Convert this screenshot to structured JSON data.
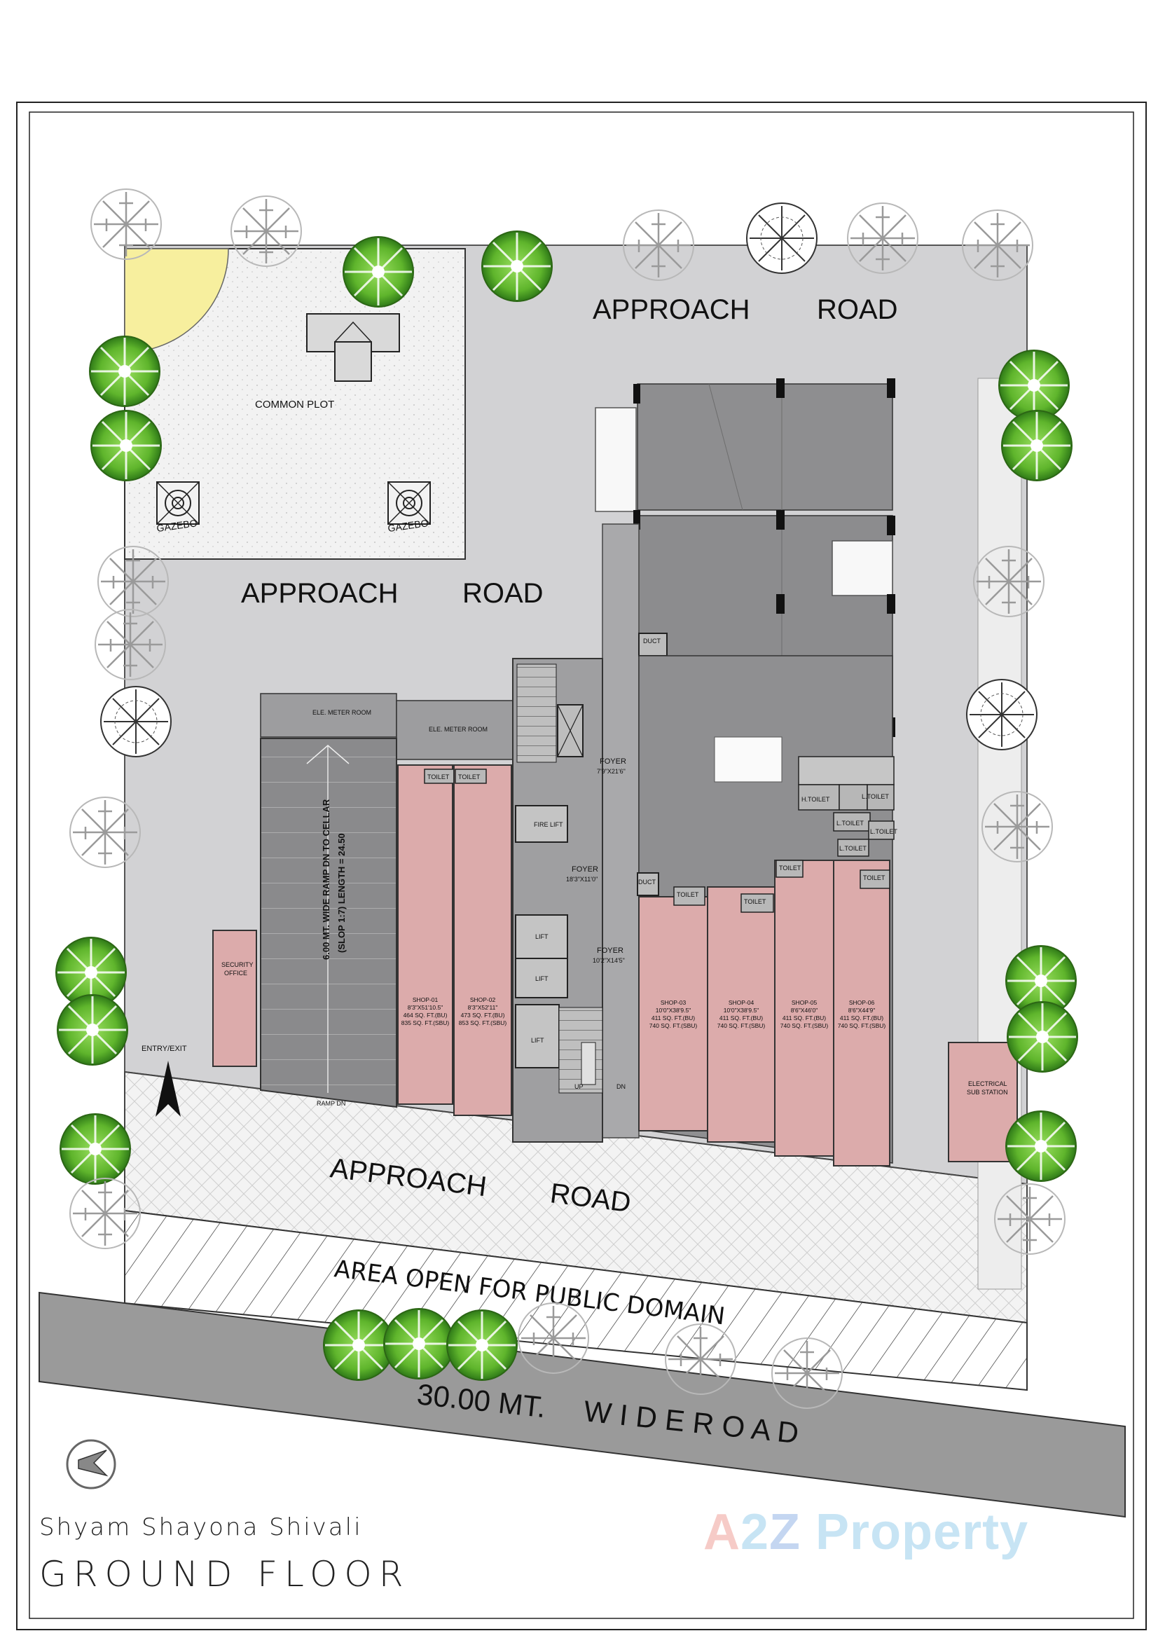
{
  "project_name": "Shyam  Shayona  Shivali",
  "drawing_title": "GROUND  FLOOR",
  "watermark": {
    "a": "A",
    "two": "2",
    "z": "Z",
    "rest": " Property"
  },
  "labels": {
    "approach_road": "APPROACH",
    "road_word": "ROAD",
    "common_plot": "COMMON PLOT",
    "gazebo": "GAZEBO",
    "ele_meter_room": "ELE. METER ROOM",
    "ramp": "6.00 MT. WIDE RAMP DN TO CELLAR",
    "ramp_slope": "(SLOP 1:7) LENGTH = 24.50",
    "ramp_dn": "RAMP DN",
    "security_office_1": "SECURITY",
    "security_office_2": "OFFICE",
    "entry_exit": "ENTRY/EXIT",
    "public_domain": "AREA  OPEN  FOR  PUBLIC  DOMAIN",
    "main_road_1": "30.00 MT.",
    "main_road_2": "W I D E   R O A D",
    "electrical_1": "ELECTRICAL",
    "electrical_2": "SUB STATION",
    "duct": "DUCT",
    "fire_lift": "FIRE LIFT",
    "lift": "LIFT",
    "toilet": "TOILET",
    "h_toilet": "H.TOILET",
    "l_toilet": "L.TOILET",
    "foyer": "FOYER",
    "foyer_1_dim": "7'9\"X21'6\"",
    "foyer_2_dim": "18'3\"X11'0\"",
    "foyer_3_dim": "10'2\"X14'5\"",
    "up": "UP",
    "dn": "DN"
  },
  "shops": [
    {
      "name": "SHOP-01",
      "dim": "8'3\"X51'10.5\"",
      "bu": "464 SQ. FT.(BU)",
      "sbu": "835 SQ. FT.(SBU)"
    },
    {
      "name": "SHOP-02",
      "dim": "8'3\"X52'11\"",
      "bu": "473 SQ. FT.(BU)",
      "sbu": "853 SQ. FT.(SBU)"
    },
    {
      "name": "SHOP-03",
      "dim": "10'0\"X38'9.5\"",
      "bu": "411 SQ. FT.(BU)",
      "sbu": "740 SQ. FT.(SBU)"
    },
    {
      "name": "SHOP-04",
      "dim": "10'0\"X38'9.5\"",
      "bu": "411 SQ. FT.(BU)",
      "sbu": "740 SQ. FT.(SBU)"
    },
    {
      "name": "SHOP-05",
      "dim": "8'6\"X46'0\"",
      "bu": "411 SQ. FT.(BU)",
      "sbu": "740 SQ. FT.(SBU)"
    },
    {
      "name": "SHOP-06",
      "dim": "8'6\"X44'9\"",
      "bu": "411 SQ. FT.(BU)",
      "sbu": "740 SQ. FT.(SBU)"
    }
  ],
  "colors": {
    "road": "#d2d2d4",
    "building": "#8e8e90",
    "shop": "#dcabab",
    "common_plot": "#f2f2f2",
    "tree_green": "#6fc23a",
    "main_road": "#9a9a9a"
  }
}
